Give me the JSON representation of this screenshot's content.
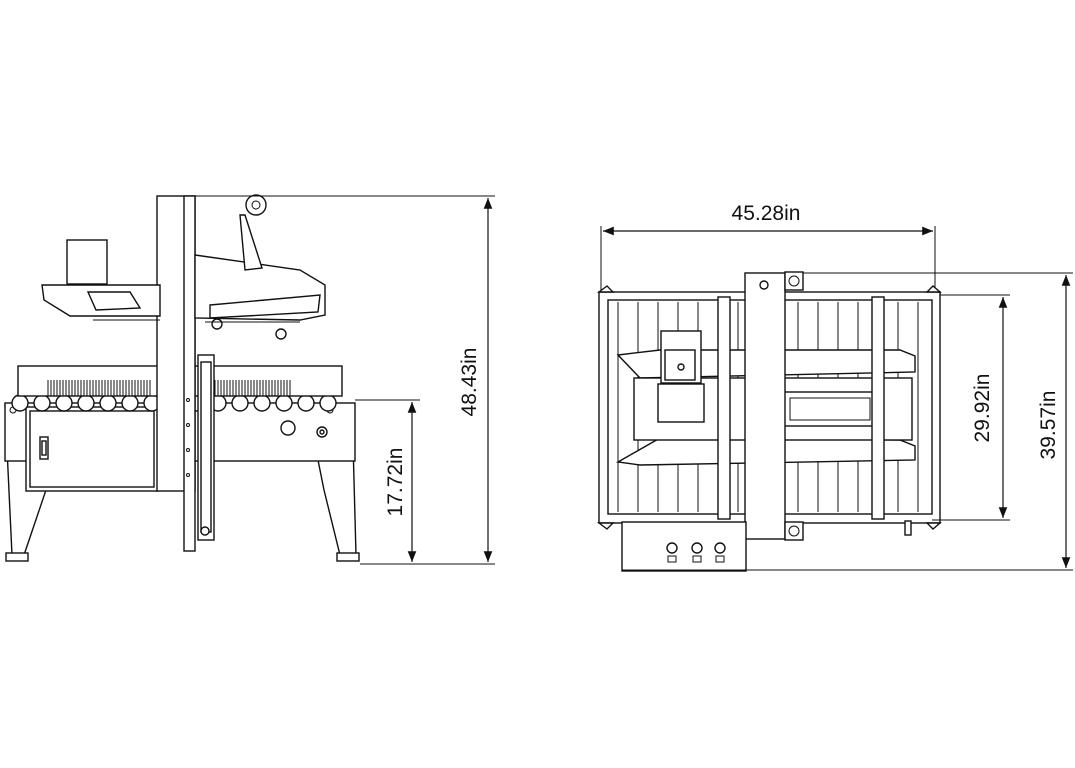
{
  "dimensions": {
    "overall_height": "48.43in",
    "table_height": "17.72in",
    "overall_width": "45.28in",
    "frame_depth": "29.92in",
    "overall_depth": "39.57in"
  },
  "views": {
    "left": "side-elevation-view",
    "right": "top-plan-view"
  },
  "colors": {
    "line": "#111111",
    "background": "#ffffff"
  }
}
